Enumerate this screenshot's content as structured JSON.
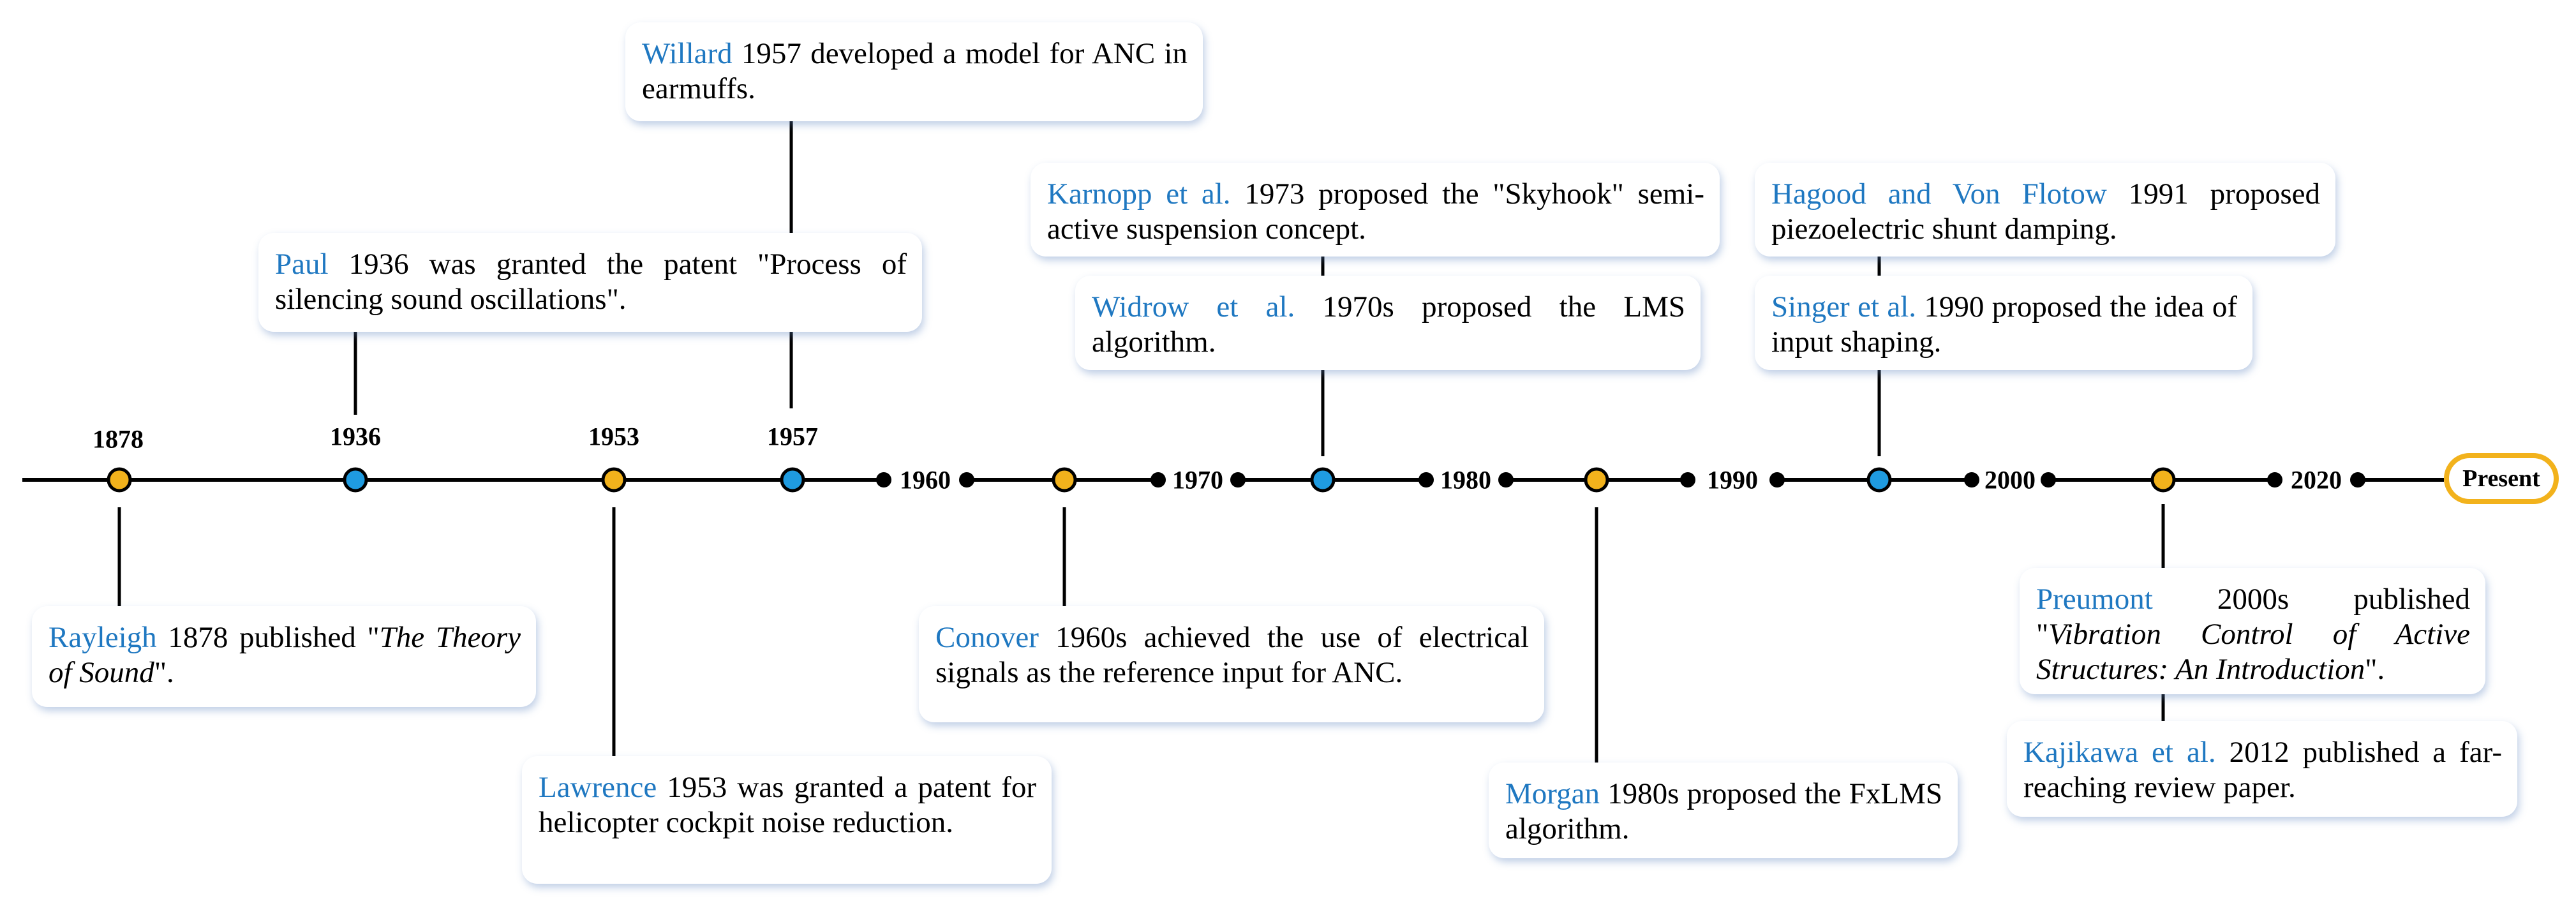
{
  "colors": {
    "name_blue": "#1f78c1",
    "node_orange": "#f2b21c",
    "node_blue": "#1f9be0",
    "axis": "#000000",
    "shadow": "#9fbbe0"
  },
  "years": [
    "1878",
    "1936",
    "1953",
    "1957"
  ],
  "decades": [
    "1960",
    "1970",
    "1980",
    "1990",
    "2000",
    "2020"
  ],
  "present_label": "Present",
  "events": {
    "rayleigh": {
      "name": "Rayleigh",
      "pre": " 1878 published \"",
      "title": "The Theory of Sound",
      "post": "\"."
    },
    "paul": {
      "name": "Paul",
      "text": " 1936 was granted the patent \"Process of silencing sound oscillations\"."
    },
    "lawrence": {
      "name": "Lawrence",
      "text": " 1953 was granted a patent for helicopter cockpit noise reduction."
    },
    "willard": {
      "name": "Willard",
      "text": " 1957 developed a model for ANC in earmuffs."
    },
    "conover": {
      "name": "Conover",
      "text": " 1960s achieved the use of electrical signals as the reference input for ANC."
    },
    "karnopp": {
      "name": "Karnopp et al.",
      "text": " 1973 proposed the \"Skyhook\" semi-active suspension concept."
    },
    "widrow": {
      "name": "Widrow et al.",
      "text": " 1970s proposed the  LMS algorithm."
    },
    "morgan": {
      "name": "Morgan",
      "text": " 1980s proposed the FxLMS algorithm."
    },
    "hagood": {
      "name": "Hagood and Von Flotow",
      "text": " 1991 proposed piezoelectric shunt damping."
    },
    "singer": {
      "name": "Singer et al.",
      "text": " 1990 proposed the idea of input shaping."
    },
    "preumont": {
      "name": "Preumont",
      "pre": " 2000s published \"",
      "title": "Vibration Control of Active Structures: An Introduction",
      "post": "\"."
    },
    "kajikawa": {
      "name": "Kajikawa et al.",
      "text": " 2012 published a far-reaching review paper."
    }
  }
}
